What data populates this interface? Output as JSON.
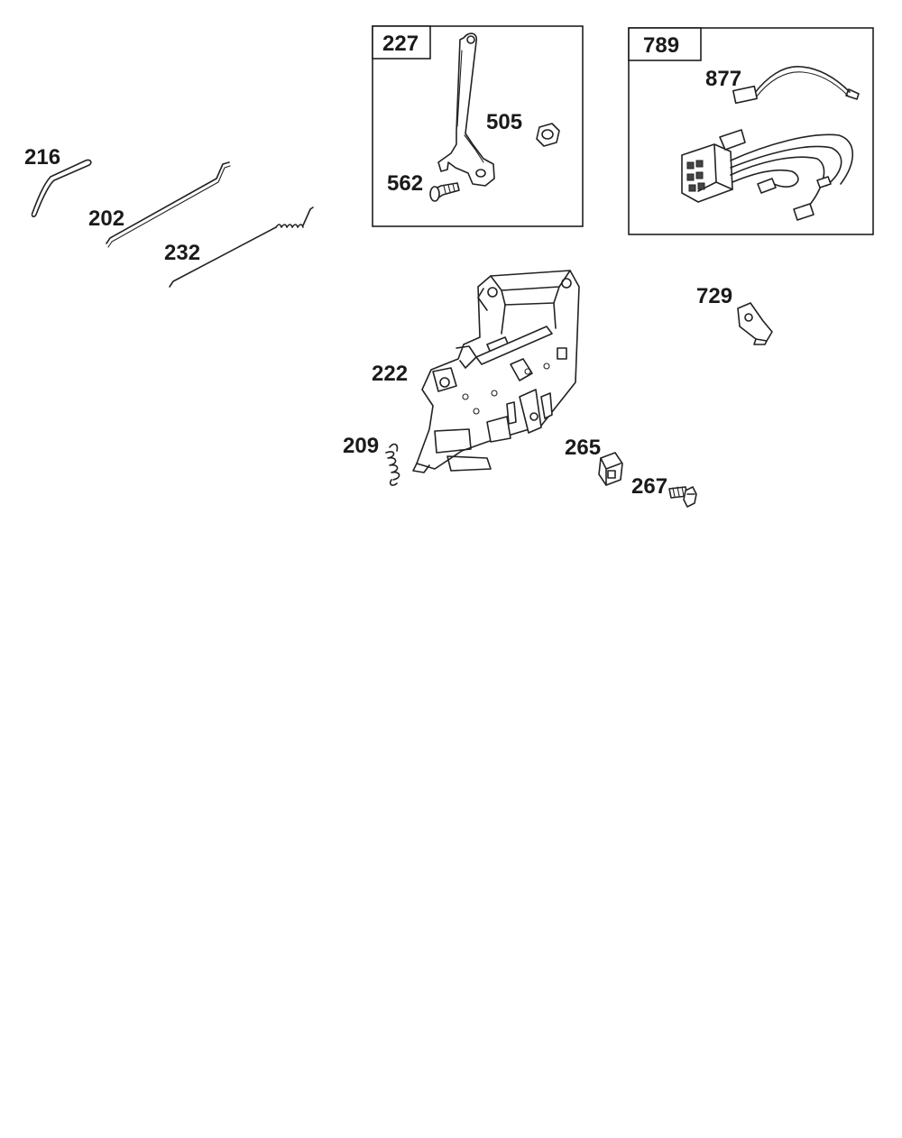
{
  "diagram": {
    "kit_boxes": [
      {
        "id": "kit-227",
        "label": "227",
        "parts": [
          "505",
          "562"
        ]
      },
      {
        "id": "kit-789",
        "label": "789",
        "parts": [
          "877"
        ]
      }
    ],
    "callouts": {
      "p216": "216",
      "p202": "202",
      "p232": "232",
      "p227": "227",
      "p505": "505",
      "p562": "562",
      "p789": "789",
      "p877": "877",
      "p729": "729",
      "p222": "222",
      "p209": "209",
      "p265": "265",
      "p267": "267"
    }
  }
}
